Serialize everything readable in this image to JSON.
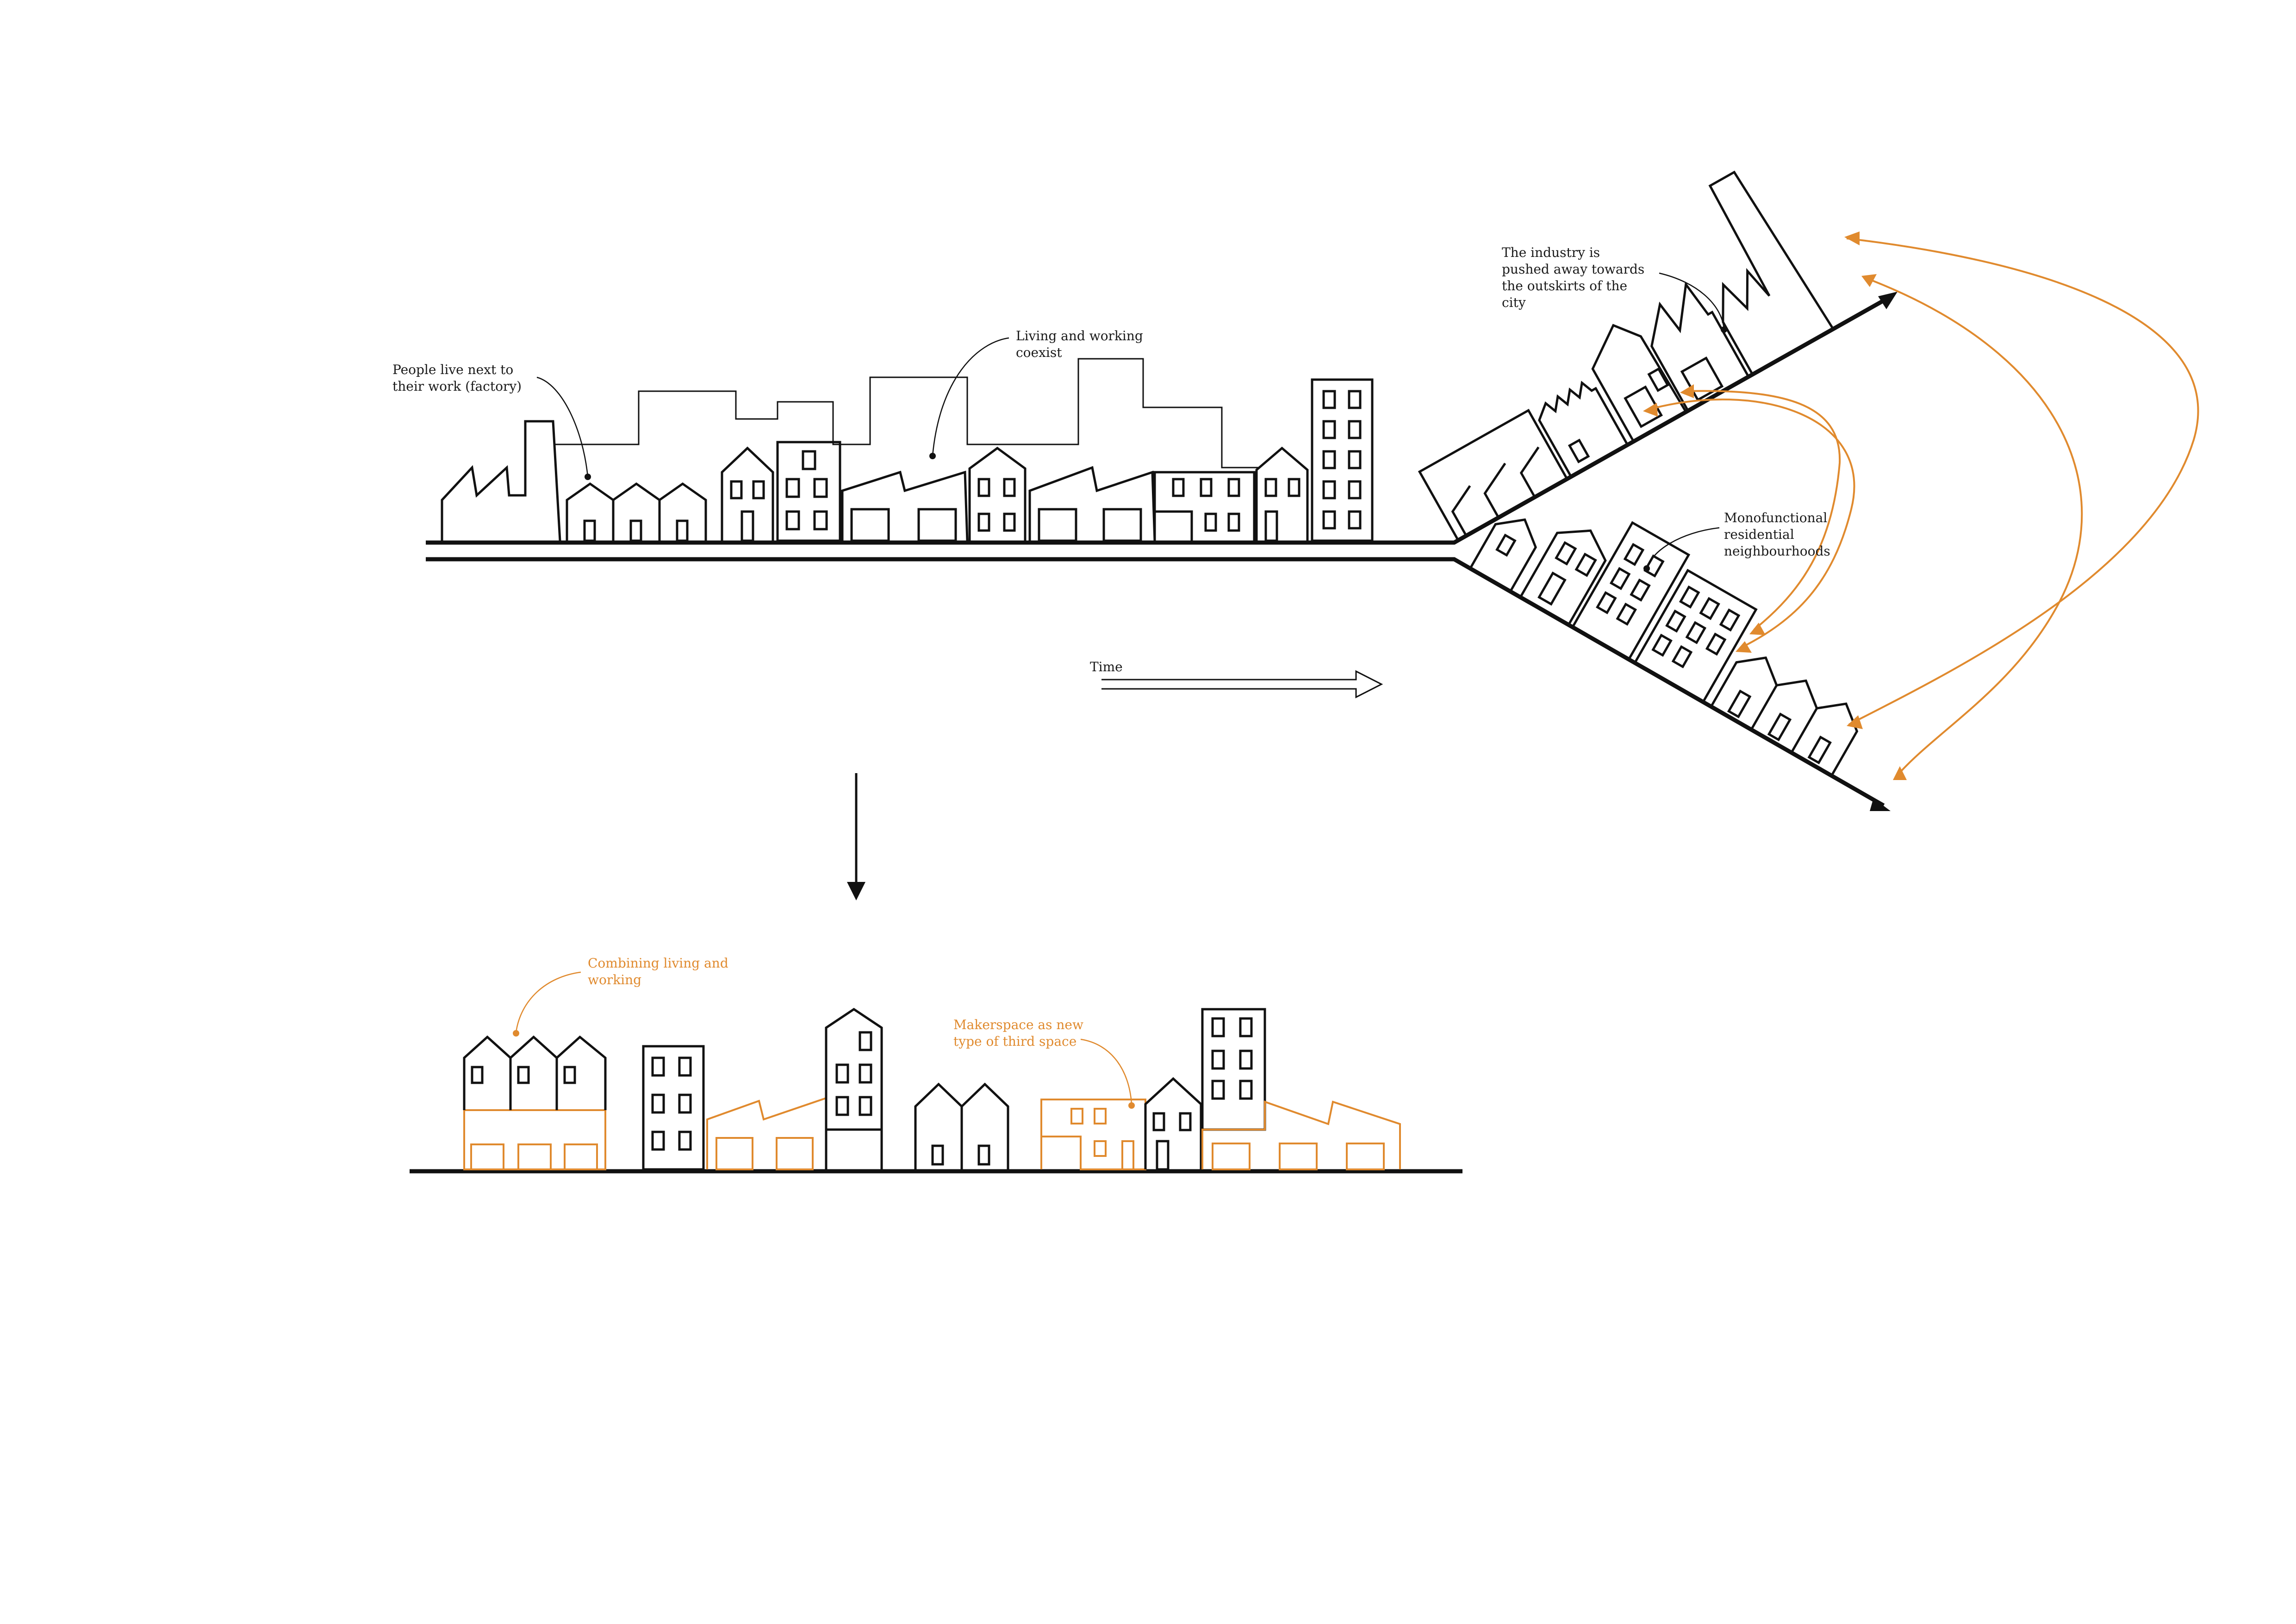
{
  "labels": {
    "people_live": [
      "People live next to",
      "their work (factory)"
    ],
    "living_working": [
      "Living and working",
      "coexist"
    ],
    "industry_pushed": [
      "The industry is",
      "pushed away towards",
      "the outskirts of the",
      "city"
    ],
    "monofunctional": [
      "Monofunctional",
      "residential",
      "neighbourhoods"
    ],
    "time": "Time",
    "combining": [
      "Combining living and",
      "working"
    ],
    "makerspace": [
      "Makerspace as new",
      "type of third space"
    ]
  },
  "colors": {
    "ink": "#111111",
    "accent": "#e08a2e"
  }
}
